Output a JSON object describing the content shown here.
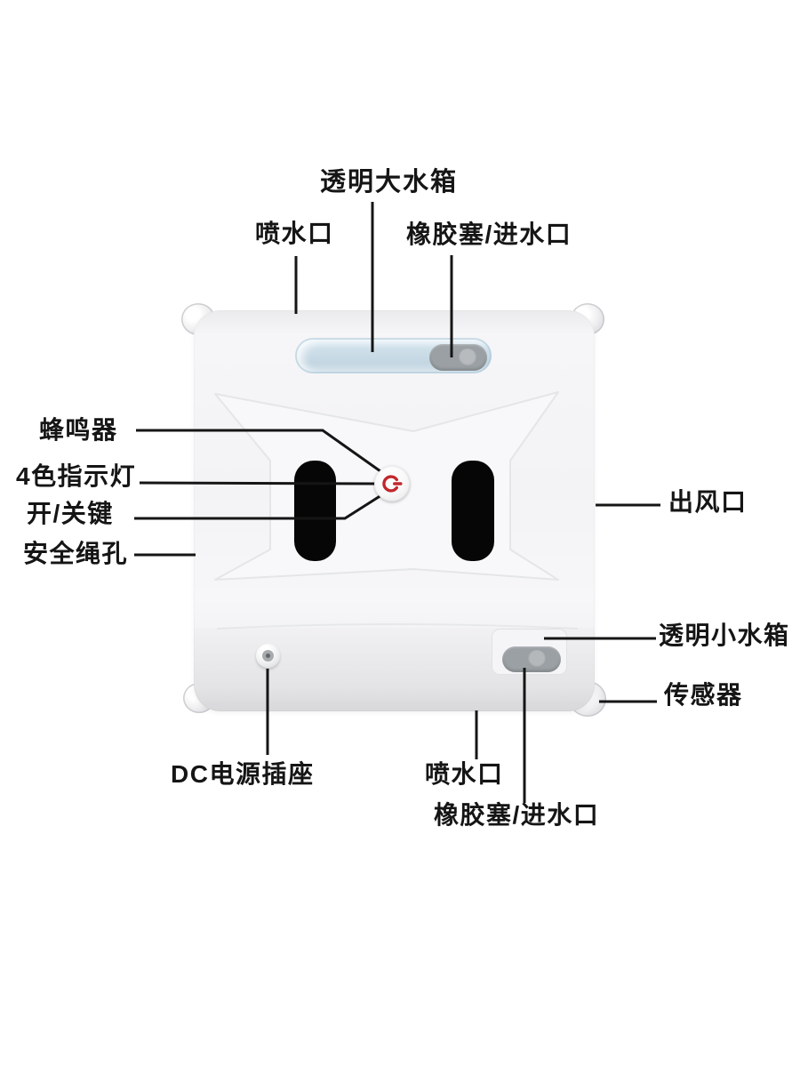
{
  "scene": {
    "description": "Annotated product diagram of a white window-cleaning robot, top view with Chinese part callouts",
    "background": "#ffffff"
  },
  "colors": {
    "label_text": "#151515",
    "leader_line": "#151515",
    "body_white": "#f4f4f6",
    "tank_blue": "#cde0ea",
    "plug_gray": "#9aa0a4",
    "pad_black": "#060606",
    "power_red": "#c1272d"
  },
  "callouts": {
    "top_tank": "透明大水箱",
    "spray_top": "喷水口",
    "inlet_top": "橡胶塞/进水口",
    "buzzer": "蜂鸣器",
    "indicator_light": "4色指示灯",
    "power_key": "开/关键",
    "rope_hole": "安全绳孔",
    "air_outlet": "出风口",
    "small_tank": "透明小水箱",
    "sensor": "传感器",
    "dc_socket": "DC电源插座",
    "spray_bottom": "喷水口",
    "inlet_bottom": "橡胶塞/进水口"
  }
}
